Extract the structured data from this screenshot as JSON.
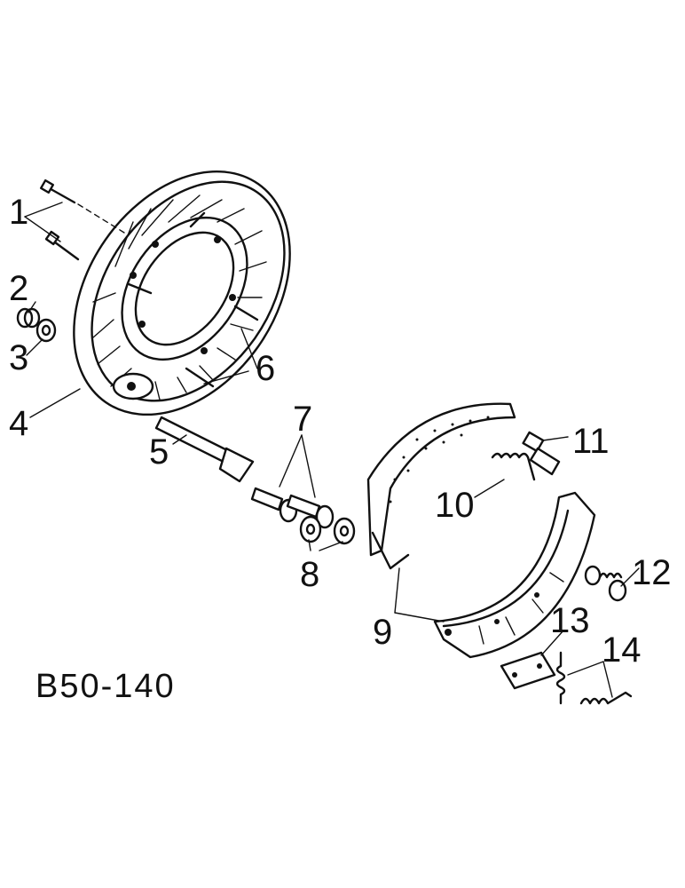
{
  "diagram": {
    "code": "B50-140",
    "callouts": [
      "1",
      "2",
      "3",
      "4",
      "5",
      "6",
      "7",
      "8",
      "9",
      "10",
      "11",
      "12",
      "13",
      "14"
    ]
  }
}
